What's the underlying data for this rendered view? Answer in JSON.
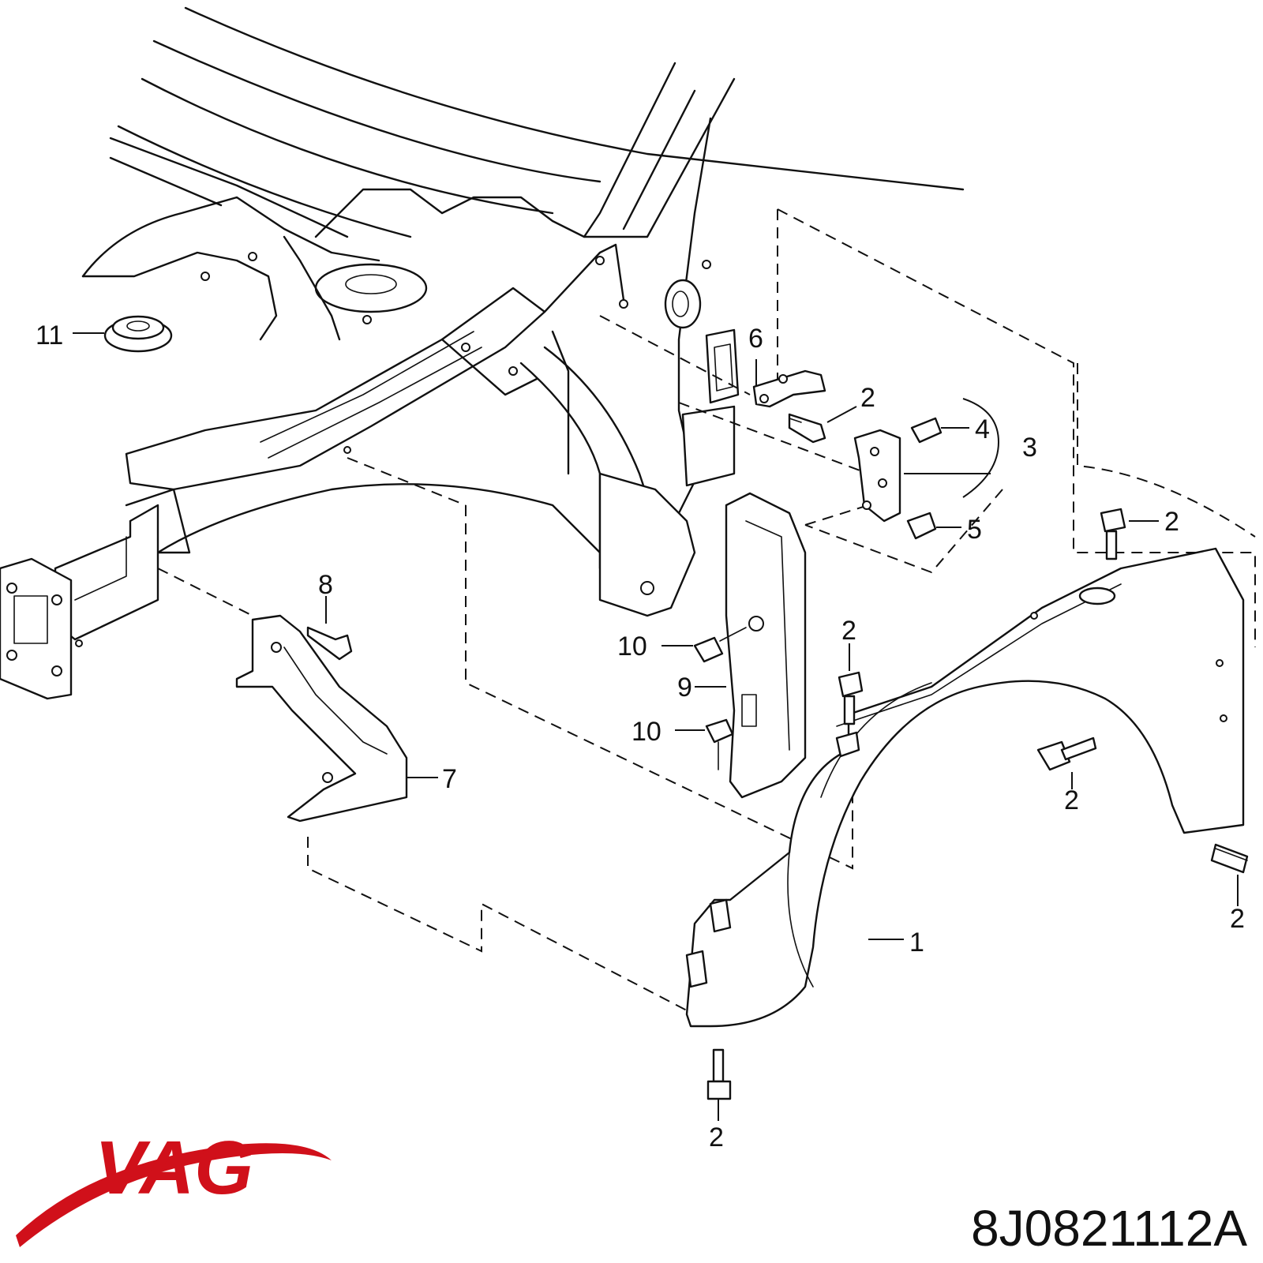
{
  "callouts": {
    "c1": "1",
    "c2": "2",
    "c3": "3",
    "c4": "4",
    "c5": "5",
    "c6": "6",
    "c7": "7",
    "c8": "8",
    "c9": "9",
    "c10": "10",
    "c11": "11"
  },
  "brand": {
    "logo_text": "VAG",
    "color": "#d0101a"
  },
  "part_number": "8J0821112A"
}
